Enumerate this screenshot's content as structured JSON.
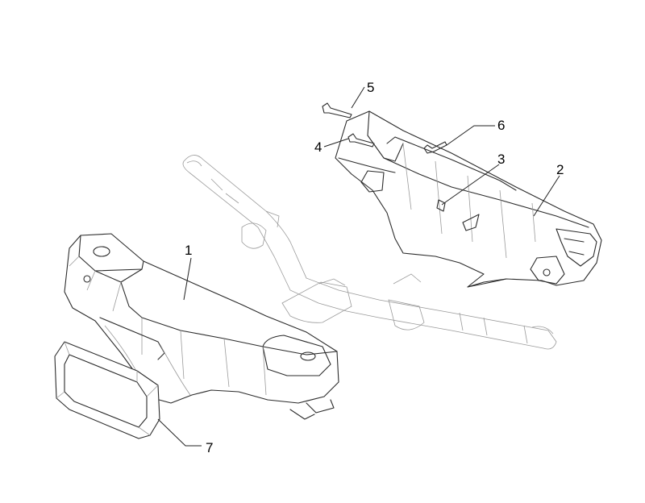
{
  "callouts": {
    "part1": "1",
    "part2": "2",
    "part3": "3",
    "part4": "4",
    "part5": "5",
    "part6": "6",
    "part7": "7"
  },
  "colors": {
    "line": "#2b2b2b",
    "faint_line": "#9a9a9a",
    "background": "#ffffff"
  }
}
